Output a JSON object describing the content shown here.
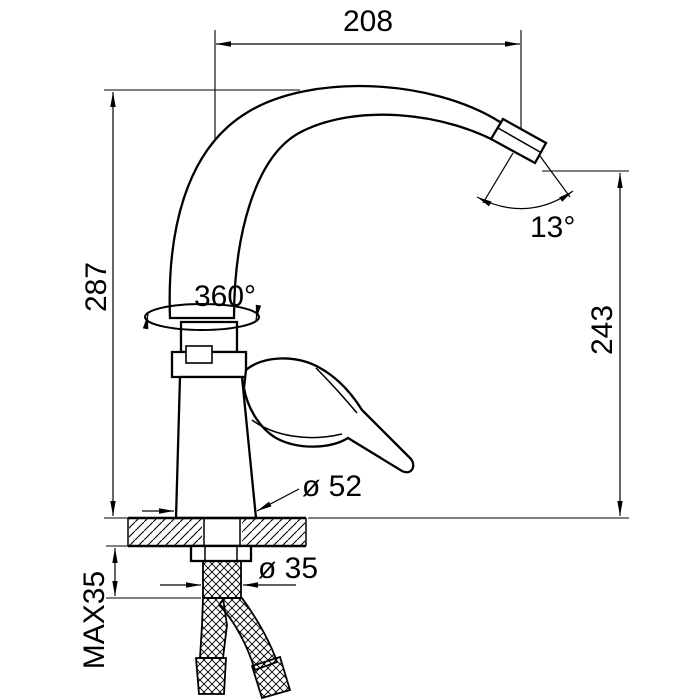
{
  "drawing": {
    "name": "kitchen-faucet-installation-diagram",
    "background": "#ffffff",
    "line_color": "#000000",
    "labels": {
      "width_top": "208",
      "height_left": "287",
      "height_right": "243",
      "spout_angle": "13°",
      "swivel_rotation": "360°",
      "base_diameter": "ø 52",
      "shank_diameter": "ø 35",
      "max_counter_thickness": "MAX35"
    }
  }
}
